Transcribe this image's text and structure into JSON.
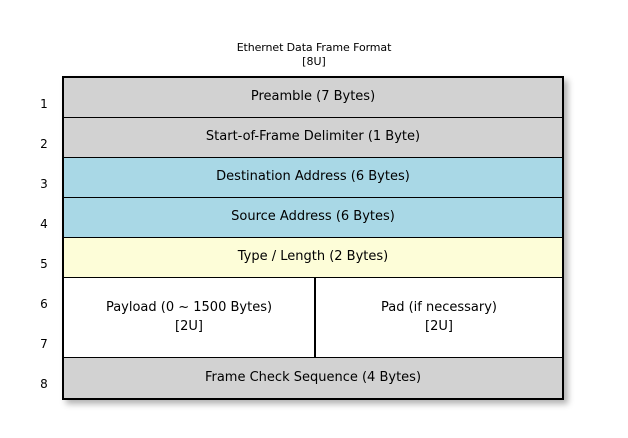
{
  "title": {
    "main": "Ethernet Data Frame Format",
    "sub": "[8U]"
  },
  "colors": {
    "header_gray": "#d2d2d2",
    "address_blue": "#a9d8e6",
    "type_yellow": "#fdfdd8",
    "payload_white": "#ffffff",
    "border": "#000000",
    "background": "#ffffff"
  },
  "row_numbers": [
    "1",
    "2",
    "3",
    "4",
    "5",
    "6",
    "7",
    "8"
  ],
  "rows": [
    {
      "number": "1",
      "label": "Preamble (7 Bytes)",
      "fill": "gray"
    },
    {
      "number": "2",
      "label": "Start-of-Frame Delimiter (1 Byte)",
      "fill": "gray"
    },
    {
      "number": "3",
      "label": "Destination Address (6 Bytes)",
      "fill": "blue"
    },
    {
      "number": "4",
      "label": "Source Address (6 Bytes)",
      "fill": "blue"
    },
    {
      "number": "5",
      "label": "Type / Length (2 Bytes)",
      "fill": "yellow"
    },
    {
      "number": "8",
      "label": "Frame Check Sequence (4 Bytes)",
      "fill": "gray"
    }
  ],
  "payload_section": {
    "spans_rows": [
      "6",
      "7"
    ],
    "fill": "white",
    "left": {
      "line1": "Payload (0 ~ 1500 Bytes)",
      "line2": "[2U]"
    },
    "right": {
      "line1": "Pad (if necessary)",
      "line2": "[2U]"
    }
  }
}
